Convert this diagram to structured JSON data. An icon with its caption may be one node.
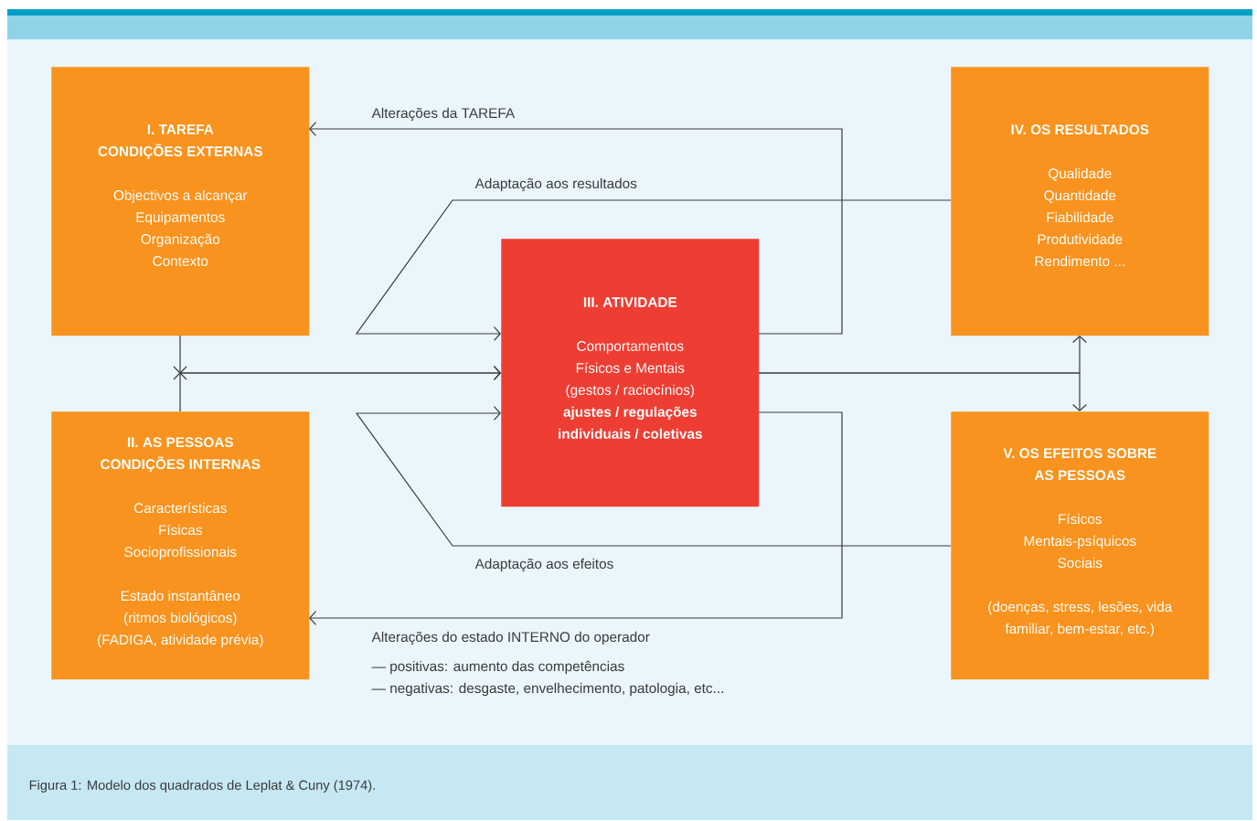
{
  "diagram": {
    "caption": "Figura 1: Modelo dos quadrados de Leplat & Cuny (1974).",
    "nodes": [
      {
        "text": [
          "I. TAREFA",
          "CONDIÇÕES EXTERNAS",
          "Objectivos a alcançar",
          "Equipamentos",
          "Organização",
          "Contexto"
        ]
      },
      {
        "text": [
          "II. AS PESSOAS",
          "CONDIÇÕES INTERNAS",
          "Características",
          "Físicas",
          "Socioprofissionais",
          "Estado instantâneo",
          "(ritmos biológicos)",
          "(FADIGA, atividade prévia)"
        ]
      },
      {
        "text": [
          "III. ATIVIDADE",
          "Comportamentos",
          "Físicos e Mentais",
          "(gestos / raciocínios)",
          "ajustes / regulações",
          "individuais / coletivas"
        ]
      },
      {
        "text": [
          "IV. OS RESULTADOS",
          "Qualidade",
          "Quantidade",
          "Fiabilidade",
          "Produtividade",
          "Rendimento ..."
        ]
      },
      {
        "text": [
          "V. OS EFEITOS SOBRE",
          "AS PESSOAS",
          "Físicos",
          "Mentais-psíquicos",
          "Sociais",
          "(doenças, stress, lesões, vida familiar, bem-estar, etc.)"
        ]
      }
    ],
    "edges": [
      {
        "from": 2,
        "to": 0,
        "arrow": "to",
        "label": "Alterações da TAREFA"
      },
      {
        "from": 3,
        "to": 2,
        "arrow": "to",
        "label": "Adaptação aos resultados"
      },
      {
        "from": 4,
        "to": 2,
        "arrow": "to",
        "label": "Adaptação aos efeitos"
      },
      {
        "from": 2,
        "to": 1,
        "arrow": "to",
        "label": "Alterações do estado INTERNO do operador"
      },
      {
        "from": 0,
        "to": 2,
        "arrow": "to"
      },
      {
        "from": 1,
        "to": 2,
        "arrow": "to"
      },
      {
        "from": 2,
        "to": 3,
        "arrow": "to"
      },
      {
        "from": 2,
        "to": 4,
        "arrow": "to"
      }
    ],
    "labels": [
      "— positivas: aumento das competências",
      "— negativas: desgaste, envelhecimento, patologia, etc..."
    ]
  }
}
